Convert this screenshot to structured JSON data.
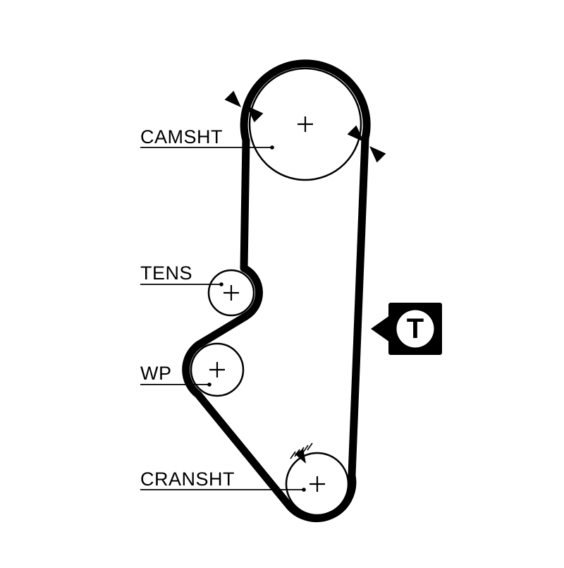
{
  "diagram": {
    "background": "#ffffff",
    "line_color": "#000000",
    "labels": {
      "camshaft": "CAMSHT",
      "tensioner": "TENS",
      "water_pump": "WP",
      "crankshaft": "CRANSHT"
    },
    "tension_icon": {
      "letter": "T"
    },
    "icons": [
      "timing-mark-arrow-cam-left-outer",
      "timing-mark-arrow-cam-left-inner",
      "timing-mark-arrow-cam-right-inner",
      "timing-mark-arrow-cam-right-outer",
      "timing-mark-arrow-crankshaft",
      "tension-check-icon",
      "center-cross-mark"
    ]
  }
}
